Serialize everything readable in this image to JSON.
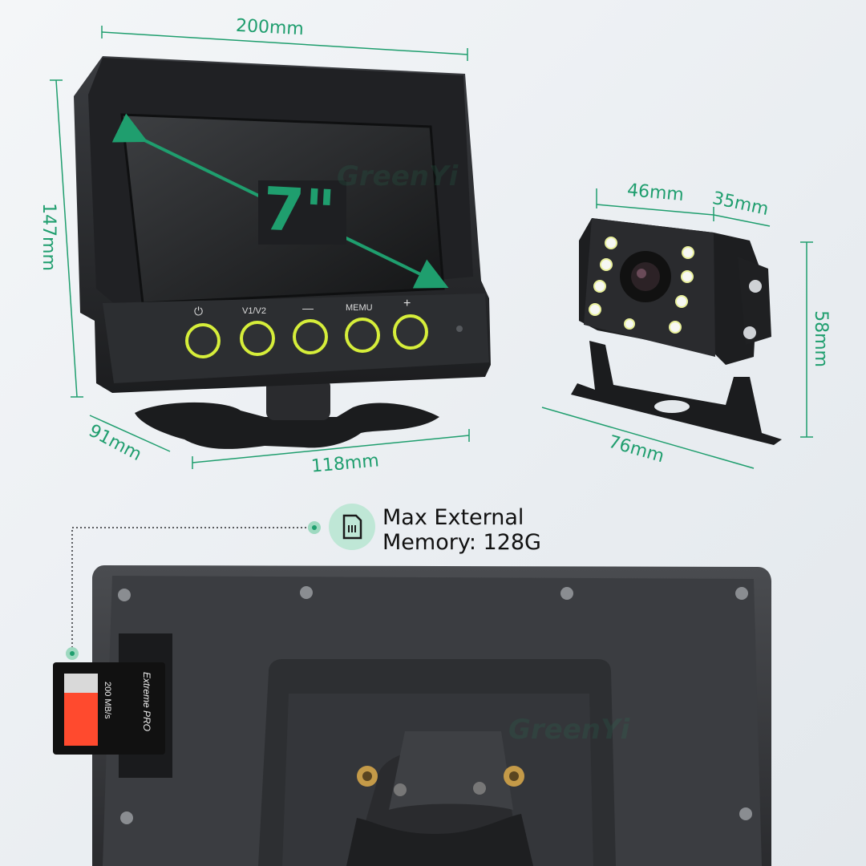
{
  "dimensions": {
    "monitor_width": "200mm",
    "monitor_height": "147mm",
    "monitor_depth": "91mm",
    "stand_width": "118mm",
    "camera_width": "46mm",
    "camera_depth": "35mm",
    "camera_height": "58mm",
    "bracket_width": "76mm"
  },
  "screen_size": "7\"",
  "buttons": {
    "power": "⏻",
    "v1v2": "V1/V2",
    "minus": "—",
    "menu": "MEMU",
    "plus": "+"
  },
  "memory": {
    "line1": "Max External",
    "line2": "Memory: 128G"
  },
  "sd_card": {
    "brand": "Extreme PRO",
    "speed": "200 MB/s"
  },
  "watermark": "GreenYi",
  "colors": {
    "accent_green": "#1f9e6e",
    "button_ring": "#d6ee3a",
    "body_dark": "#2b2d30"
  }
}
